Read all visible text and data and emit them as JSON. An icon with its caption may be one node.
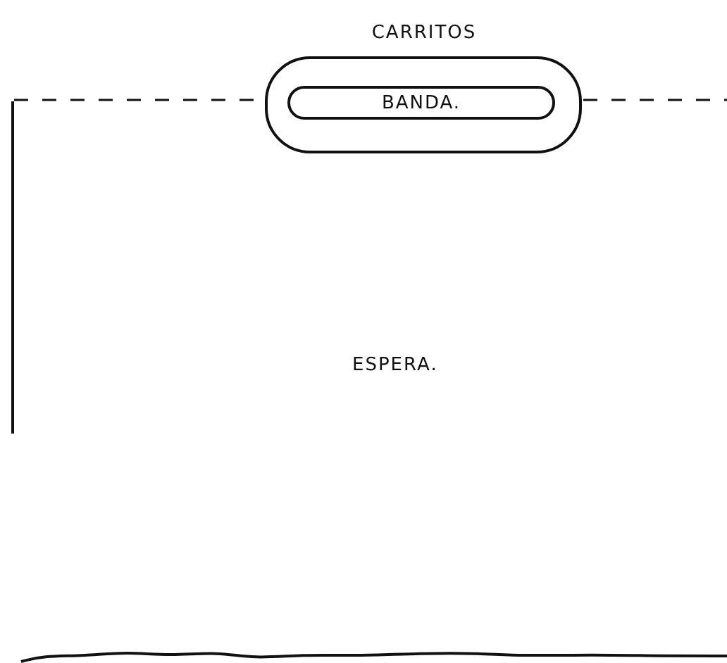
{
  "diagram": {
    "nodes": [
      {
        "text": [
          "CARRITOS"
        ]
      },
      {
        "text": [
          "BANDA."
        ],
        "in": 0
      }
    ],
    "labels": [
      "ESPERA."
    ]
  }
}
